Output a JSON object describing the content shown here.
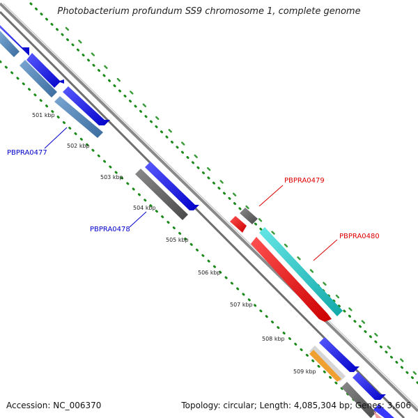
{
  "title": "Photobacterium profundum SS9 chromosome 1, complete genome",
  "footer": {
    "accession": "Accession: NC_006370",
    "summary": "Topology: circular; Length: 4,085,304 bp; Genes: 3,606"
  },
  "ticks": [
    "501 kbp",
    "502 kbp",
    "503 kbp",
    "504 kbp",
    "505 kbp",
    "506 kbp",
    "507 kbp",
    "508 kbp",
    "509 kbp"
  ],
  "gene_labels": [
    {
      "id": "pbpra0477",
      "text": "PBPRA0477",
      "color": "#0000cc"
    },
    {
      "id": "pbpra0478",
      "text": "PBPRA0478",
      "color": "#0000cc"
    },
    {
      "id": "pbpra0479",
      "text": "PBPRA0479",
      "color": "#dd0000"
    },
    {
      "id": "pbpra0480",
      "text": "PBPRA0480",
      "color": "#dd0000"
    }
  ],
  "colors": {
    "backbone": "#888888",
    "forward_gene": "#0000ff",
    "reverse_gene": "#4a7fb5",
    "gray_gene": "#666666",
    "highlight_red": "#ff0000",
    "highlight_cyan": "#22cccc",
    "orange_gene": "#f0a030",
    "gc_dots": "#228822"
  }
}
